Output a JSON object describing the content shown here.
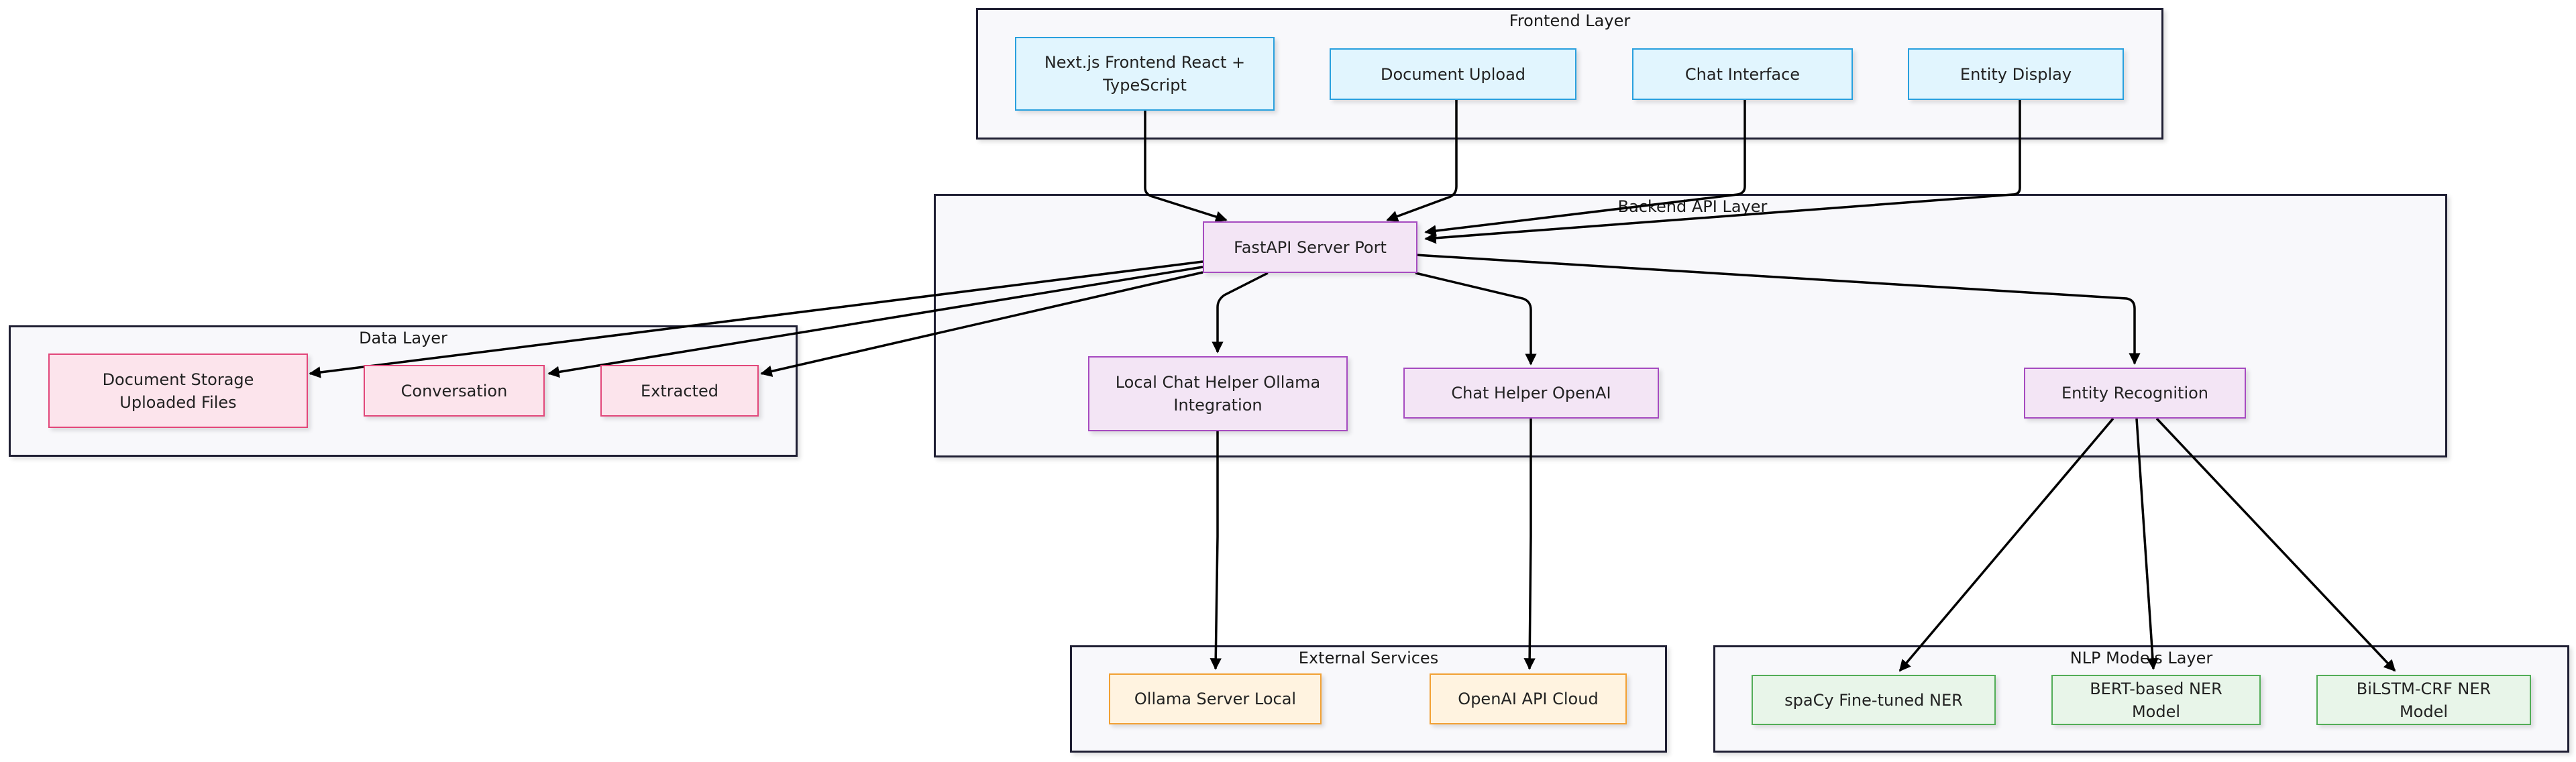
{
  "groups": {
    "frontend": "Frontend Layer",
    "backend": "Backend API Layer",
    "data": "Data Layer",
    "external": "External Services",
    "nlp": "NLP Models Layer"
  },
  "nodes": {
    "nextjs": "Next.js Frontend React + TypeScript",
    "doc_upload": "Document Upload",
    "chat_interface": "Chat Interface",
    "entity_display": "Entity Display",
    "fastapi": "FastAPI Server Port",
    "local_chat": "Local Chat Helper Ollama Integration",
    "chat_openai": "Chat Helper OpenAI",
    "entity_recognition": "Entity Recognition",
    "doc_storage": "Document Storage Uploaded Files",
    "conversation": "Conversation",
    "extracted": "Extracted",
    "ollama": "Ollama Server Local",
    "openai_cloud": "OpenAI API Cloud",
    "spacy": "spaCy Fine-tuned NER",
    "bert": "BERT-based NER Model",
    "bilstm": "BiLSTM-CRF NER Model"
  },
  "colors": {
    "frontend_fill": "#e1f5fe",
    "frontend_stroke": "#29a0de",
    "backend_fill": "#f3e5f5",
    "backend_stroke": "#a64bc0",
    "data_fill": "#fce4ec",
    "data_stroke": "#e2477a",
    "external_fill": "#fff3e0",
    "external_stroke": "#f2a033",
    "nlp_fill": "#e8f5e9",
    "nlp_stroke": "#52ad57",
    "edge": "#000000"
  }
}
